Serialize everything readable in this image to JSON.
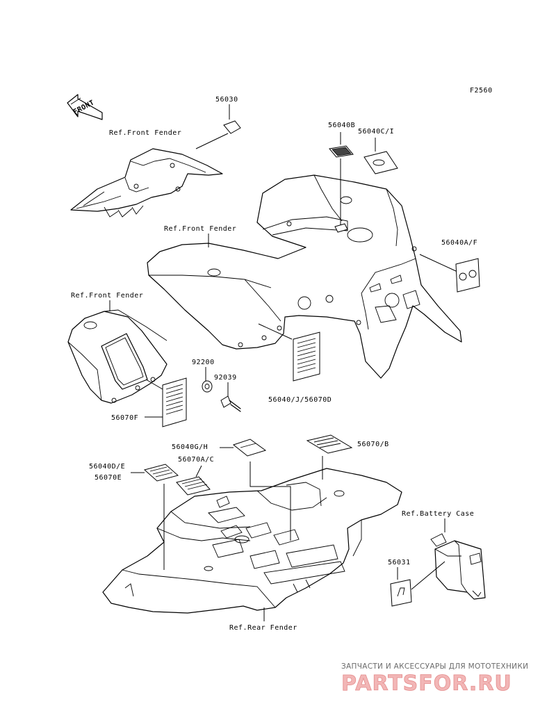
{
  "figure_code": "F2560",
  "front_arrow_label": "FRONT",
  "labels": {
    "p56030": "56030",
    "ref_front_fender_1": "Ref.Front Fender",
    "p56040b": "56040B",
    "p56040ci": "56040C/I",
    "ref_front_fender_2": "Ref.Front Fender",
    "p56040af": "56040A/F",
    "ref_front_fender_3": "Ref.Front Fender",
    "p92200": "92200",
    "p92039": "92039",
    "p56040j": "56040/J/56070D",
    "p56070f": "56070F",
    "p56040gh": "56040G/H",
    "p56070b": "56070/B",
    "p56040de": "56040D/E",
    "p56070ac": "56070A/C",
    "p56070e": "56070E",
    "ref_battery_case": "Ref.Battery Case",
    "p56031": "56031",
    "ref_rear_fender": "Ref.Rear Fender"
  },
  "watermark": {
    "tagline": "ЗАПЧАСТИ И АКСЕССУАРЫ ДЛЯ МОТОТЕХНИКИ",
    "logo": "PARTSFOR.RU"
  }
}
